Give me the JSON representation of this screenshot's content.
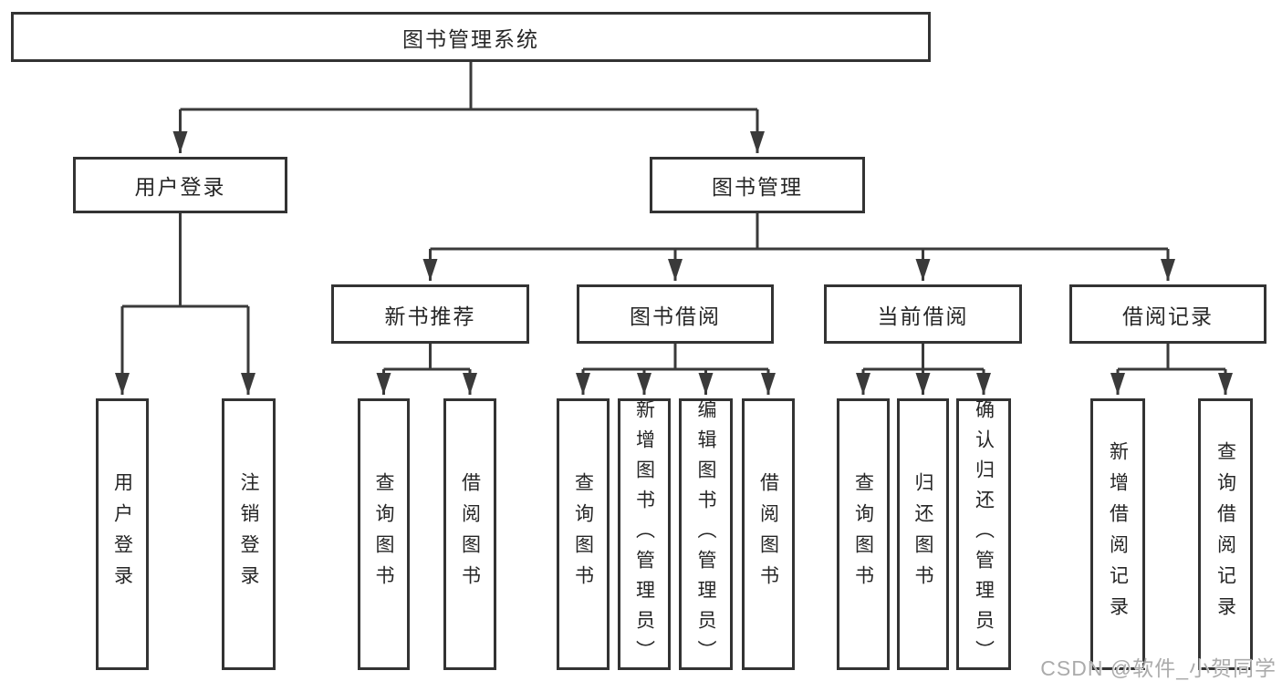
{
  "diagram": {
    "root": "图书管理系统",
    "level2": {
      "user_login": "用户登录",
      "book_management": "图书管理"
    },
    "user_login_children": {
      "login": "用户登录",
      "logout": "注销登录"
    },
    "book_management_children": {
      "new_book_recommend": "新书推荐",
      "book_borrow": "图书借阅",
      "current_borrow": "当前借阅",
      "borrow_records": "借阅记录"
    },
    "new_book_recommend_children": {
      "query_books": "查询图书",
      "borrow_books": "借阅图书"
    },
    "book_borrow_children": {
      "query_books": "查询图书",
      "add_books": "新增图书（管理员）",
      "edit_books": "编辑图书（管理员）",
      "borrow_books": "借阅图书"
    },
    "current_borrow_children": {
      "query_books": "查询图书",
      "return_books": "归还图书",
      "confirm_return": "确认归还（管理员）"
    },
    "borrow_records_children": {
      "add_record": "新增借阅记录",
      "query_record": "查询借阅记录"
    }
  },
  "watermark": "CSDN @软件_小贺同学",
  "colors": {
    "line": "#3a3a3a",
    "box_border": "#333333",
    "text": "#262626",
    "watermark": "#ababab",
    "background": "#ffffff"
  }
}
